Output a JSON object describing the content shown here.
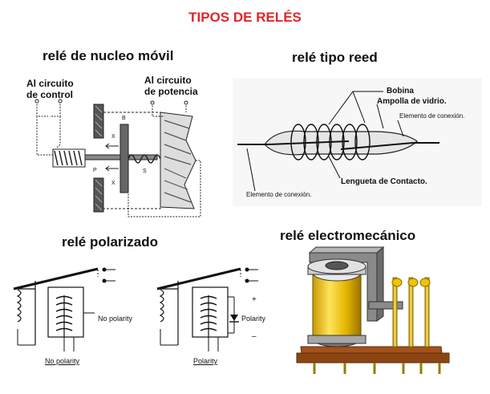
{
  "title": "TIPOS DE RELÉS",
  "colors": {
    "title": "#e0262a"
  },
  "sections": {
    "nucleo_movil": {
      "heading": "relé de nucleo móvil",
      "label_control": "Al circuito\nde control",
      "label_potencia": "Al circuito\nde potencia",
      "marks": {
        "b": "B",
        "x_top": "X",
        "x_bottom": "X",
        "p": "P",
        "s": "S"
      }
    },
    "reed": {
      "heading": "relé tipo reed",
      "bobina": "Bobina",
      "ampolla": "Ampolla de vidrio.",
      "elemento_right": "Elemento de conexión.",
      "elemento_left": "Elemento de conexión.",
      "lengueta": "Lengueta de Contacto."
    },
    "polarizado": {
      "heading": "relé polarizado",
      "no_polarity_side": "No polarity",
      "no_polarity_caption": "No polarity",
      "polarity_side": "Polarity",
      "polarity_caption": "Polarity",
      "plus": "+",
      "minus": "–"
    },
    "electromecanico": {
      "heading": "relé electromecánico"
    }
  }
}
